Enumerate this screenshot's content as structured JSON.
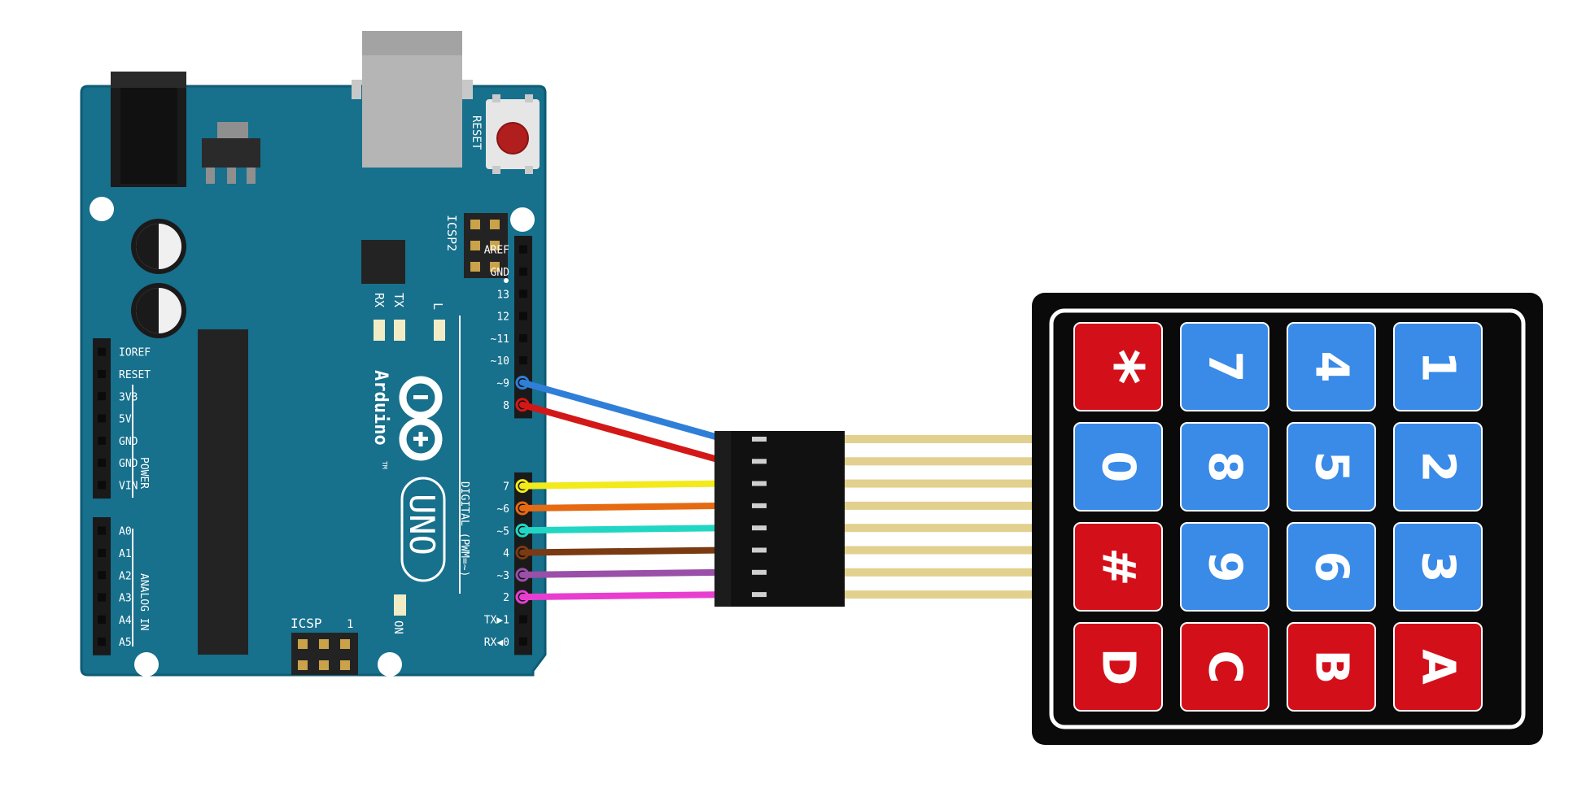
{
  "board": {
    "reset_label": "RESET",
    "icsp2_label": "ICSP2",
    "icsp_label": "ICSP",
    "icsp_pin1": "1",
    "tx_label": "TX",
    "rx_label": "RX",
    "l_label": "L",
    "on_label": "ON",
    "brand": "Arduino",
    "trademark": "TM",
    "model": "UNO",
    "digital_label": "DIGITAL (PWM=~)",
    "power_label": "POWER",
    "analog_label": "ANALOG IN",
    "digital_pins_top": [
      "AREF",
      "GND",
      "13",
      "12",
      "~11",
      "~10",
      "~9",
      "8"
    ],
    "digital_pins_bottom": [
      "7",
      "~6",
      "~5",
      "4",
      "~3",
      "2",
      "TX▶1",
      "RX◀0"
    ],
    "power_pins": [
      "IOREF",
      "RESET",
      "3V3",
      "5V",
      "GND",
      "GND",
      "VIN"
    ],
    "analog_pins": [
      "A0",
      "A1",
      "A2",
      "A3",
      "A4",
      "A5"
    ]
  },
  "wires": [
    {
      "pin": "~9",
      "color": "#2f7fd8"
    },
    {
      "pin": "8",
      "color": "#d31818"
    },
    {
      "pin": "7",
      "color": "#f2ea1a"
    },
    {
      "pin": "~6",
      "color": "#e66a12"
    },
    {
      "pin": "~5",
      "color": "#22d6c4"
    },
    {
      "pin": "4",
      "color": "#7a3a12"
    },
    {
      "pin": "~3",
      "color": "#9a4fa8"
    },
    {
      "pin": "2",
      "color": "#e83ed0"
    }
  ],
  "keypad": {
    "rows": [
      [
        {
          "label": "*",
          "color": "#d3101a"
        },
        {
          "label": "7",
          "color": "#3a8ae8"
        },
        {
          "label": "4",
          "color": "#3a8ae8"
        },
        {
          "label": "1",
          "color": "#3a8ae8"
        }
      ],
      [
        {
          "label": "0",
          "color": "#3a8ae8"
        },
        {
          "label": "8",
          "color": "#3a8ae8"
        },
        {
          "label": "5",
          "color": "#3a8ae8"
        },
        {
          "label": "2",
          "color": "#3a8ae8"
        }
      ],
      [
        {
          "label": "#",
          "color": "#d3101a"
        },
        {
          "label": "9",
          "color": "#3a8ae8"
        },
        {
          "label": "6",
          "color": "#3a8ae8"
        },
        {
          "label": "3",
          "color": "#3a8ae8"
        }
      ],
      [
        {
          "label": "D",
          "color": "#d3101a"
        },
        {
          "label": "C",
          "color": "#d3101a"
        },
        {
          "label": "B",
          "color": "#d3101a"
        },
        {
          "label": "A",
          "color": "#d3101a"
        }
      ]
    ]
  },
  "colors": {
    "board": "#17708c",
    "board_edge": "#0f5c74",
    "header": "#1a1a1a",
    "ribbon": "#e2d08e",
    "keypad_bg": "#0a0a0a"
  }
}
